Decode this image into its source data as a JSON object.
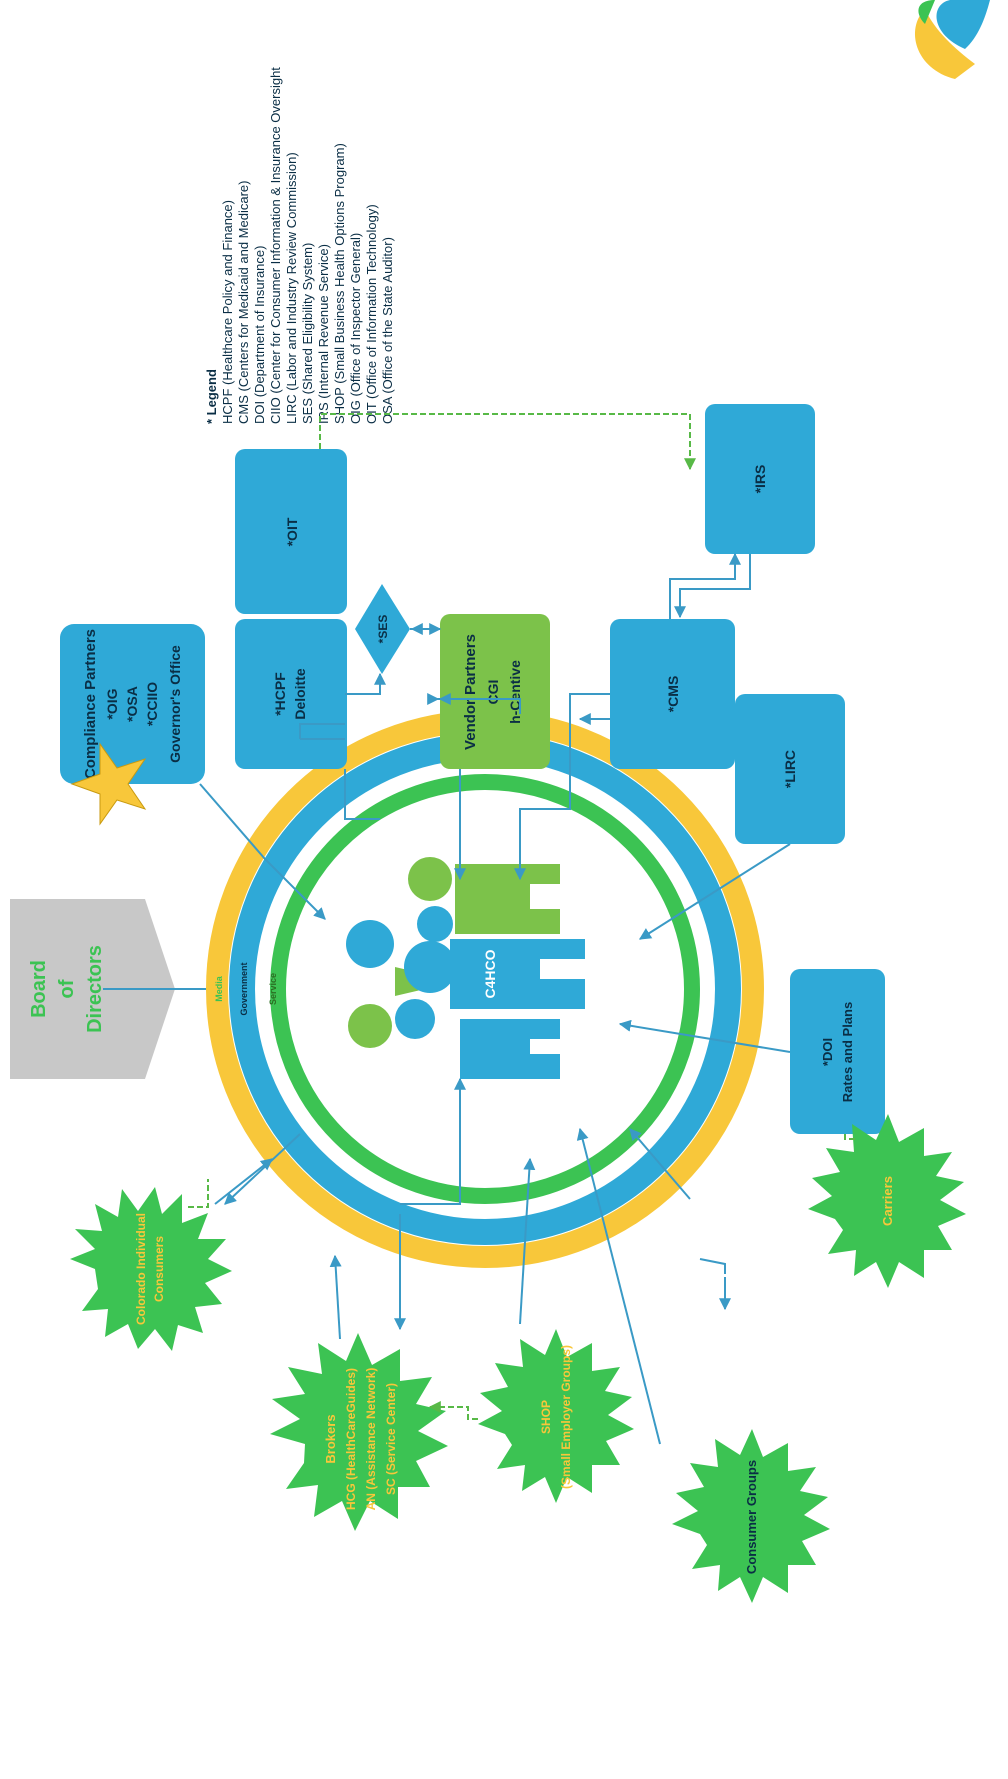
{
  "legend": {
    "title": "* Legend",
    "items": [
      "HCPF (Healthcare Policy and Finance)",
      "CMS (Centers for Medicaid and Medicare)",
      "DOI (Department of Insurance)",
      "CIIO (Center for Consumer Information & Insurance Oversight",
      "LIRC (Labor and Industry Review Commission)",
      "SES (Shared Eligibility System)",
      "IRS (Internal Revenue Service)",
      "SHOP (Small Business Health Options Program)",
      "OIG (Office of Inspector General)",
      "OIT (Office of Information Technology)",
      "OSA (Office of the State Auditor)"
    ]
  },
  "board": {
    "lines": [
      "Board",
      "of",
      "Directors"
    ]
  },
  "rings": {
    "outer": "Media",
    "middle": "Government",
    "inner": "Service"
  },
  "center": {
    "label": "C4HCO"
  },
  "compliance": {
    "lines": [
      "Compliance Partners",
      "*OIG",
      "*OSA",
      "*CCIIO",
      "Governor's Office"
    ]
  },
  "hcpf": {
    "lines": [
      "*HCPF",
      "Deloitte"
    ]
  },
  "oit": {
    "label": "*OIT"
  },
  "ses": {
    "label": "*SES"
  },
  "vendor": {
    "lines": [
      "Vendor Partners",
      "CGI",
      "h-Centive"
    ]
  },
  "cms": {
    "label": "*CMS"
  },
  "irs": {
    "label": "*IRS"
  },
  "lirc": {
    "label": "*LIRC"
  },
  "doi": {
    "lines": [
      "*DOI",
      "Rates and Plans"
    ]
  },
  "stars": {
    "individual": [
      "Colorado Individual",
      "Consumers"
    ],
    "brokers": [
      "Brokers",
      "HCG (HealthCareGuides)",
      "AN (Assistance Network)",
      "SC (Service Center)"
    ],
    "shop": [
      "SHOP",
      "(Small Employer Groups)"
    ],
    "consumer_groups": [
      "Consumer Groups"
    ],
    "carriers": [
      "Carriers"
    ]
  },
  "colors": {
    "blue": "#2fa9d7",
    "green": "#3cc353",
    "light_green": "#7cc24a",
    "yellow": "#f8c73a",
    "gray": "#c8c8c8",
    "arrow": "#3a9ac6",
    "dashed": "#58b947"
  },
  "icons": [
    "star-icon",
    "people-icon",
    "logo-icon"
  ]
}
